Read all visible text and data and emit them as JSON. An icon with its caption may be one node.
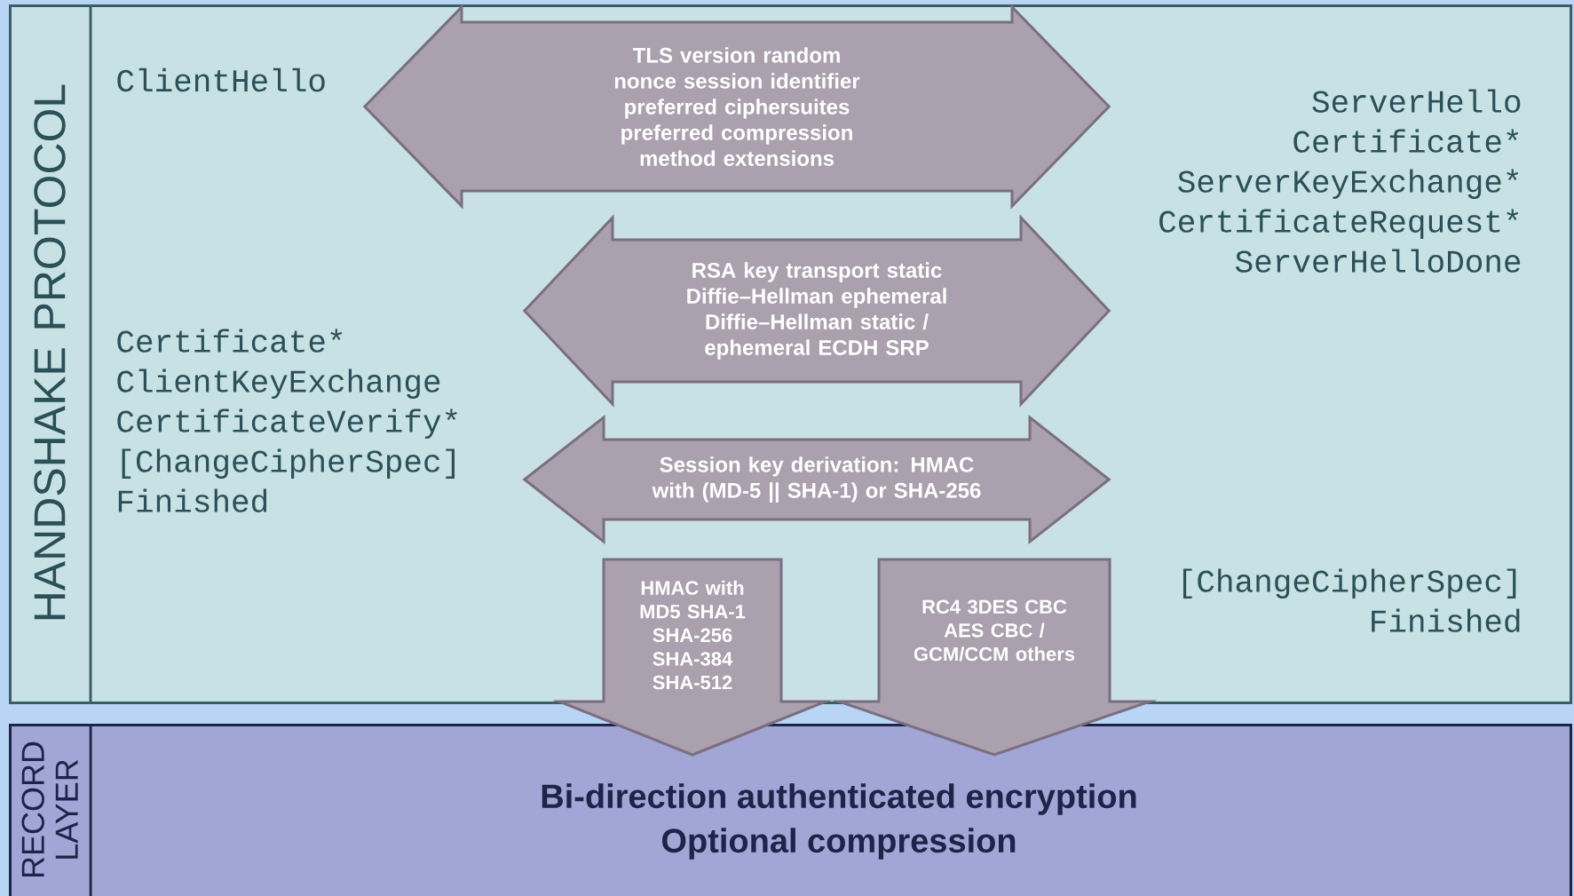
{
  "diagram": {
    "nodes": [
      {
        "text": [
          "HANDSHAKE PROTOCOL"
        ]
      },
      {
        "text": [
          "ClientHello"
        ],
        "in": 0
      },
      {
        "text": [
          "ServerHello Certificate* ServerKeyExchange* CertificateRequest* ServerHelloDone"
        ],
        "in": 0
      },
      {
        "text": [
          "Certificate* ClientKeyExchange CertificateVerify* [ChangeCipherSpec] Finished"
        ],
        "in": 0
      },
      {
        "text": [
          "[ChangeCipherSpec] Finished"
        ],
        "in": 0
      },
      {
        "text": [
          "RECORD LAYER",
          "Bi-direction authenticated encryption",
          "Optional compression"
        ]
      }
    ],
    "edges": [
      {
        "from": 1,
        "to": 2,
        "arrow": "both",
        "label": "TLS version random nonce session identifier preferred ciphersuites preferred compression method extensions"
      },
      {
        "from": 3,
        "to": 2,
        "arrow": "both",
        "label": "RSA key transport static Diffie–Hellman ephemeral Diffie–Hellman static / ephemeral ECDH SRP"
      },
      {
        "from": 3,
        "to": 4,
        "arrow": "both",
        "label": "Session key derivation: HMAC with (MD-5 || SHA-1) or SHA-256"
      },
      {
        "from": null,
        "to": 5,
        "arrow": "to",
        "label": "HMAC with MD5 SHA-1 SHA-256 SHA-384 SHA-512"
      },
      {
        "from": null,
        "to": 5,
        "arrow": "to",
        "label": "RC4 3DES CBC AES CBC / GCM/CCM others"
      }
    ]
  }
}
